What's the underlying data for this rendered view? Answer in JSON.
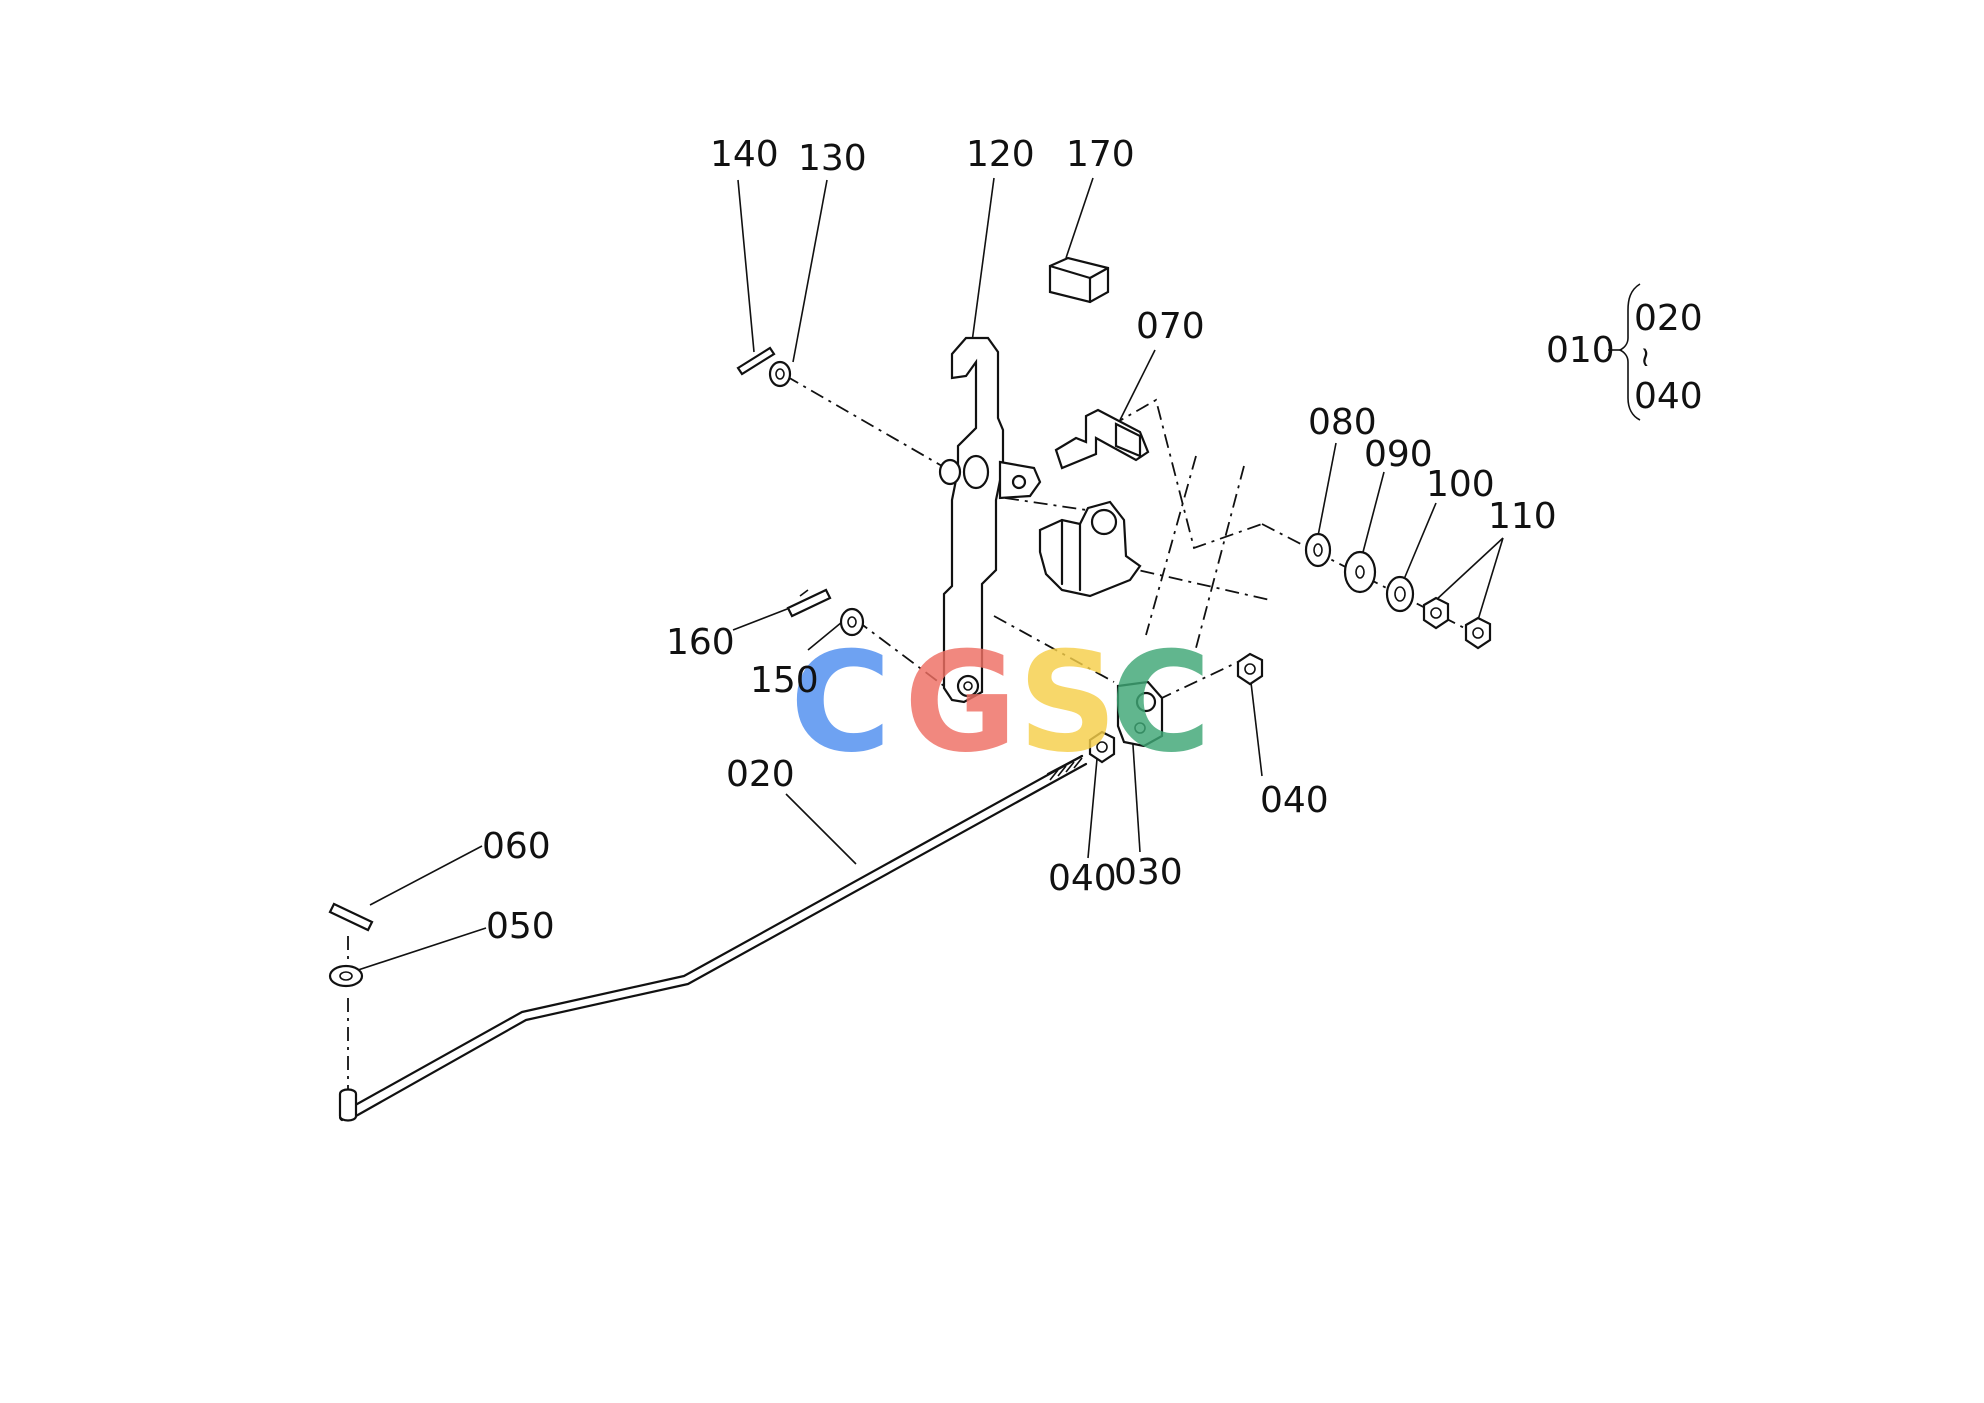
{
  "watermark": {
    "letters": [
      "C",
      "G",
      "S",
      "C"
    ],
    "colors": [
      "#4f8ef0",
      "#ef6f63",
      "#f6cf4a",
      "#3fa776"
    ]
  },
  "callouts": {
    "c140": "140",
    "c130": "130",
    "c120": "120",
    "c170": "170",
    "c070": "070",
    "c080": "080",
    "c090": "090",
    "c100": "100",
    "c110": "110",
    "c160": "160",
    "c150": "150",
    "c020": "020",
    "c040_right": "040",
    "c040_left": "040",
    "c030": "030",
    "c060": "060",
    "c050": "050"
  },
  "assembly": {
    "parent": "010",
    "range_start": "020",
    "range_end": "040",
    "range_mark": "≀"
  }
}
